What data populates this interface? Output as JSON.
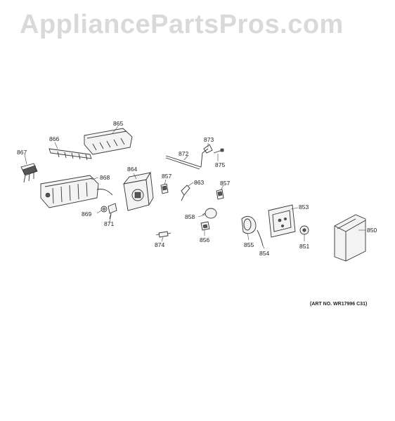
{
  "watermark": "AppliancePartsPros.com",
  "art_number": "(ART NO. WR17996 C31)",
  "callouts": {
    "p865": "865",
    "p866": "866",
    "p867": "867",
    "p868": "868",
    "p864": "864",
    "p857a": "857",
    "p863": "863",
    "p857b": "857",
    "p873": "873",
    "p872": "872",
    "p875": "875",
    "p869": "869",
    "p871": "871",
    "p874": "874",
    "p858": "858",
    "p856": "856",
    "p853": "853",
    "p855": "855",
    "p854": "854",
    "p851": "851",
    "p850": "850"
  }
}
